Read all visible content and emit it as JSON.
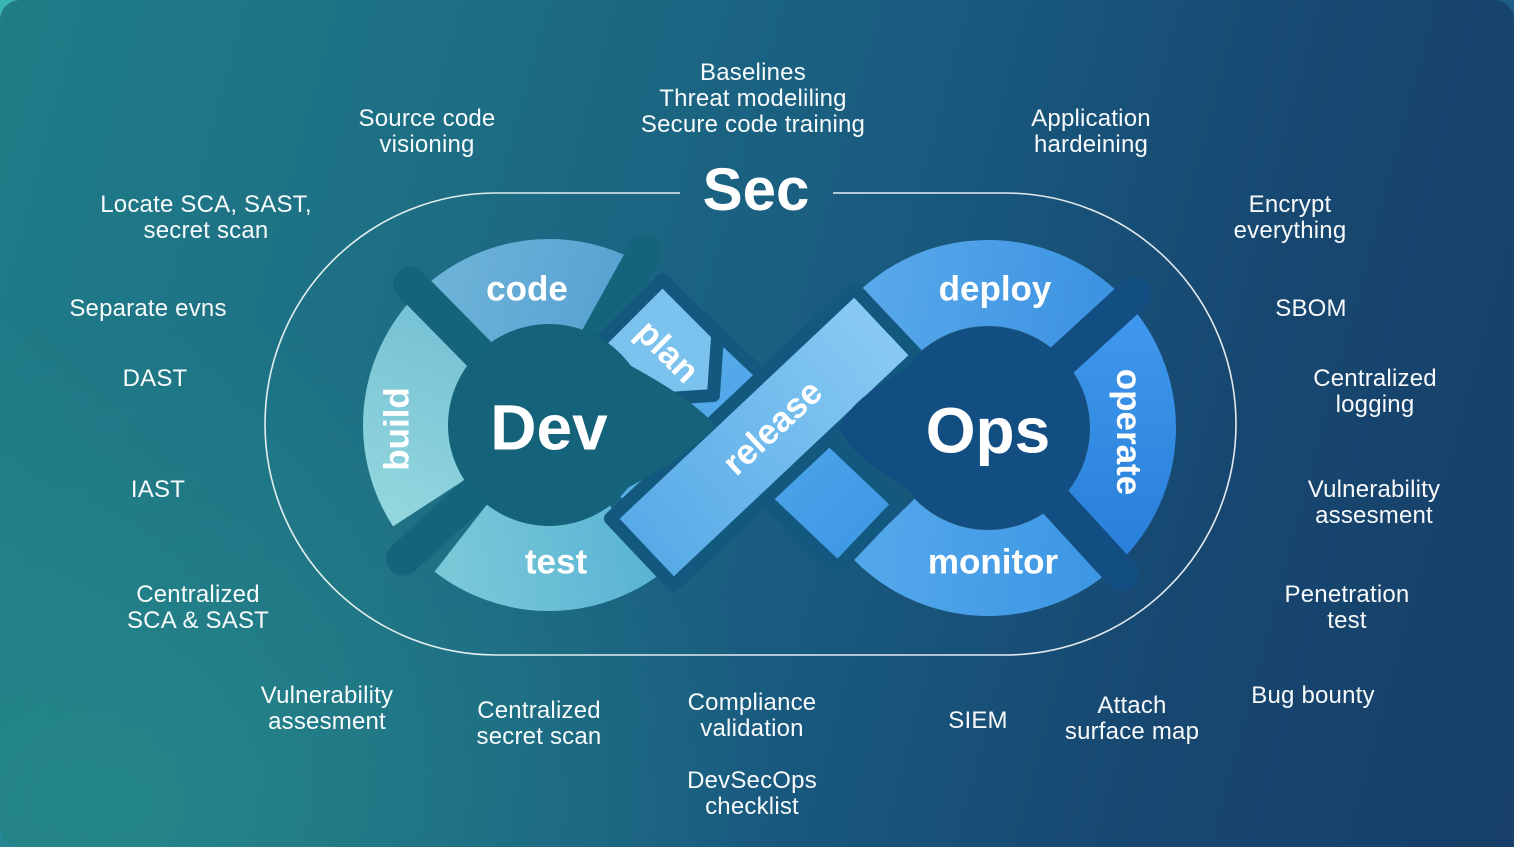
{
  "diagram": {
    "sec": "Sec",
    "dev": "Dev",
    "ops": "Ops",
    "segments": {
      "plan": "plan",
      "code": "code",
      "build": "build",
      "test": "test",
      "release": "release",
      "deploy": "deploy",
      "operate": "operate",
      "monitor": "monitor"
    },
    "colors": {
      "background_teal": "#1f7d87",
      "background_navy": "#173f68",
      "dev_loop_dark": "#14647c",
      "ops_loop_dark": "#134e82",
      "crossing_dark": "#13587e",
      "code_segment": "#5ca6d4",
      "build_segment": "#86ccd6",
      "test_segment": "#64bcd4",
      "plan_segment": "#7cc2ee",
      "release_band": "#6cbaee",
      "deploy_segment": "#4a9de6",
      "operate_segment": "#2f88e2",
      "monitor_segment": "#479ee6",
      "outline": "#ffffff",
      "text": "#ffffff"
    }
  },
  "annotations": {
    "top_block": "Baselines\nThreat modeliling\nSecure code training",
    "source_code_visioning": "Source code\nvisioning",
    "application_hardening": "Application\nhardeining",
    "locate_sca": "Locate SCA, SAST,\nsecret scan",
    "encrypt_everything": "Encrypt\neverything",
    "separate_evns": "Separate evns",
    "sbom": "SBOM",
    "dast": "DAST",
    "centralized_logging": "Centralized\nlogging",
    "iast": "IAST",
    "vulnerability_assesment_right": "Vulnerability\nassesment",
    "centralized_sca_sast": "Centralized\nSCA & SAST",
    "penetration_test": "Penetration\ntest",
    "vulnerability_assesment_left": "Vulnerability\nassesment",
    "bug_bounty": "Bug bounty",
    "centralized_secret_scan": "Centralized\nsecret scan",
    "compliance_validation": "Compliance\nvalidation",
    "devsecops_checklist": "DevSecOps\nchecklist",
    "siem": "SIEM",
    "attach_surface_map": "Attach\nsurface map"
  }
}
